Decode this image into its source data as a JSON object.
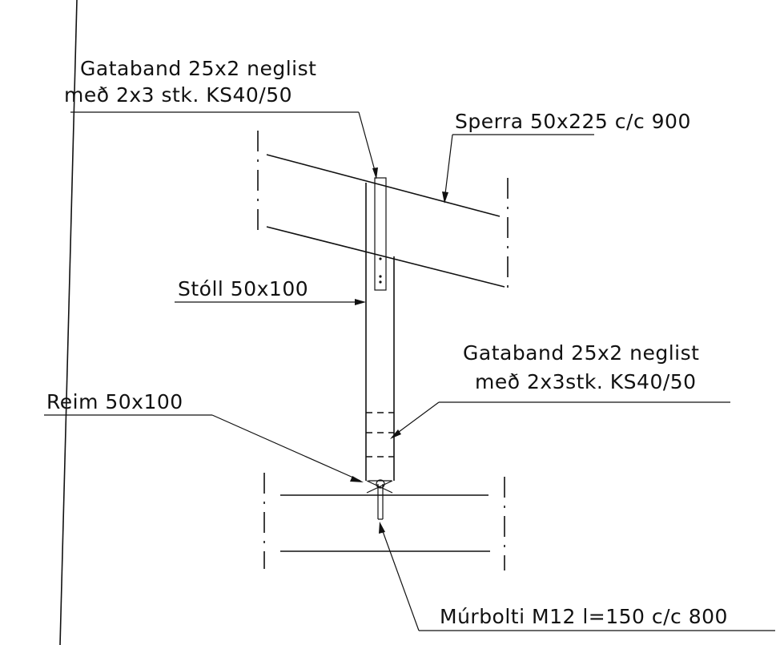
{
  "labels": {
    "gataband_top_line1": "Gataband 25x2 neglist",
    "gataband_top_line2": "með 2x3 stk. KS40/50",
    "sperra": "Sperra 50x225 c/c 900",
    "stoll": "Stóll 50x100",
    "gataband_bottom_line1": "Gataband 25x2 neglist",
    "gataband_bottom_line2": "með 2x3stk. KS40/50",
    "reim": "Reim 50x100",
    "murbolti": "Múrbolti M12 l=150 c/c 800"
  }
}
